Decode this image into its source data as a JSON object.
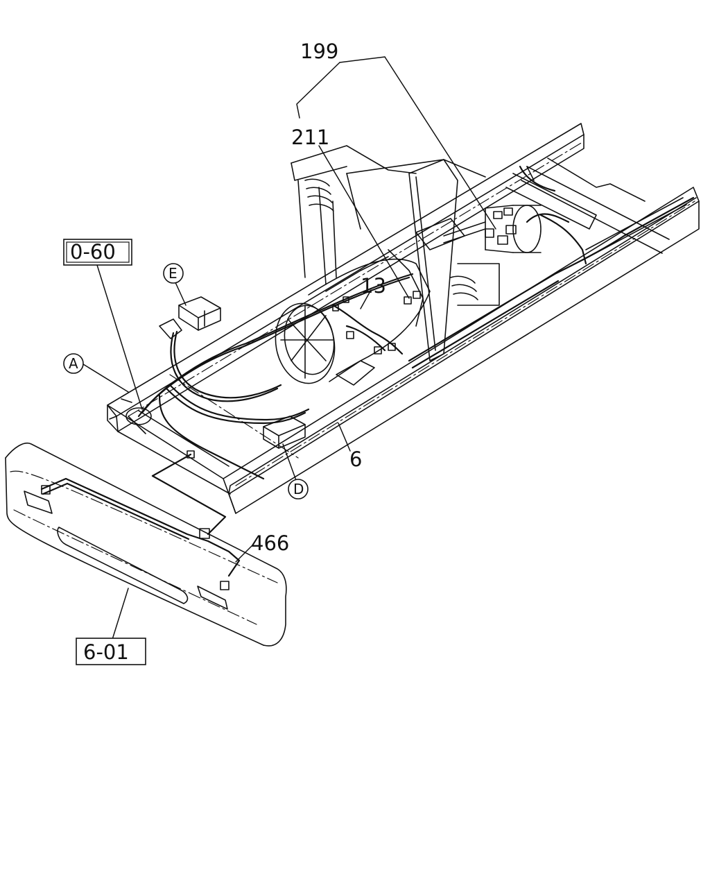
{
  "diagram": {
    "background": "#ffffff",
    "line_color": "#111111",
    "callouts": {
      "c199": "199",
      "c211": "211",
      "c13": "13",
      "c6": "6",
      "c466": "466"
    },
    "ref_boxes": {
      "r060": "0-60",
      "r601": "6-01"
    },
    "markers": {
      "mA": "A",
      "mD": "D",
      "mE": "E"
    }
  }
}
